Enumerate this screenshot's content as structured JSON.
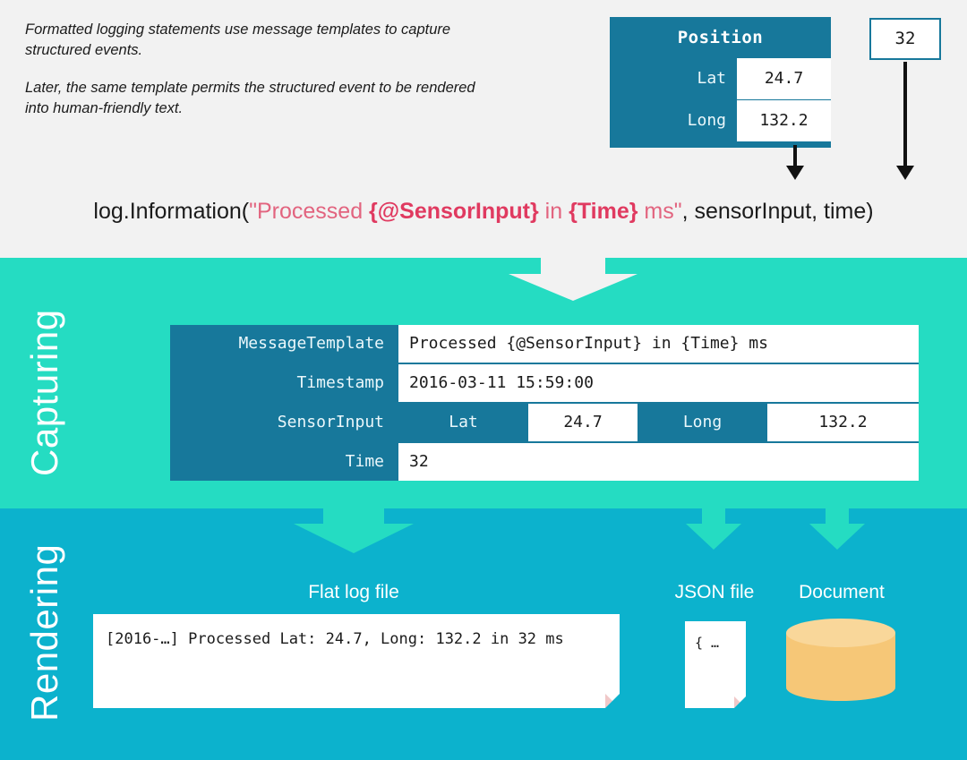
{
  "intro": {
    "paragraph1": "Formatted logging statements use message templates to capture structured events.",
    "paragraph2": "Later, the same template permits the structured event to be rendered into human-friendly text."
  },
  "position_table": {
    "title": "Position",
    "rows": [
      {
        "key": "Lat",
        "value": "24.7"
      },
      {
        "key": "Long",
        "value": "132.2"
      }
    ]
  },
  "time_box": {
    "value": "32"
  },
  "code": {
    "prefix": "log.Information(",
    "quote_open": "\"",
    "string_part1": "Processed ",
    "property1": "{@SensorInput}",
    "string_part2": " in ",
    "property2": "{Time}",
    "string_part3": " ms",
    "quote_close": "\"",
    "suffix": ", sensorInput, time)"
  },
  "sections": {
    "capturing_label": "Capturing",
    "rendering_label": "Rendering"
  },
  "event_table": {
    "rows": [
      {
        "key": "MessageTemplate",
        "value": "Processed {@SensorInput} in {Time} ms"
      },
      {
        "key": "Timestamp",
        "value": "2016-03-11 15:59:00"
      },
      {
        "key": "SensorInput",
        "nested": [
          {
            "key": "Lat",
            "value": "24.7"
          },
          {
            "key": "Long",
            "value": "132.2"
          }
        ]
      },
      {
        "key": "Time",
        "value": "32"
      }
    ]
  },
  "outputs": {
    "flat_log": {
      "title": "Flat log file",
      "text": "[2016-…] Processed Lat: 24.7, Long: 132.2 in 32 ms"
    },
    "json_file": {
      "title": "JSON file",
      "text": "{ …"
    },
    "document": {
      "title": "Document"
    }
  },
  "colors": {
    "background": "#f2f2f2",
    "capturing_band": "#25dcc2",
    "rendering_band": "#0cb2cd",
    "table_teal": "#17789b",
    "code_string": "#e2647f",
    "code_property": "#e03a60",
    "document_cylinder": "#f6c777"
  }
}
